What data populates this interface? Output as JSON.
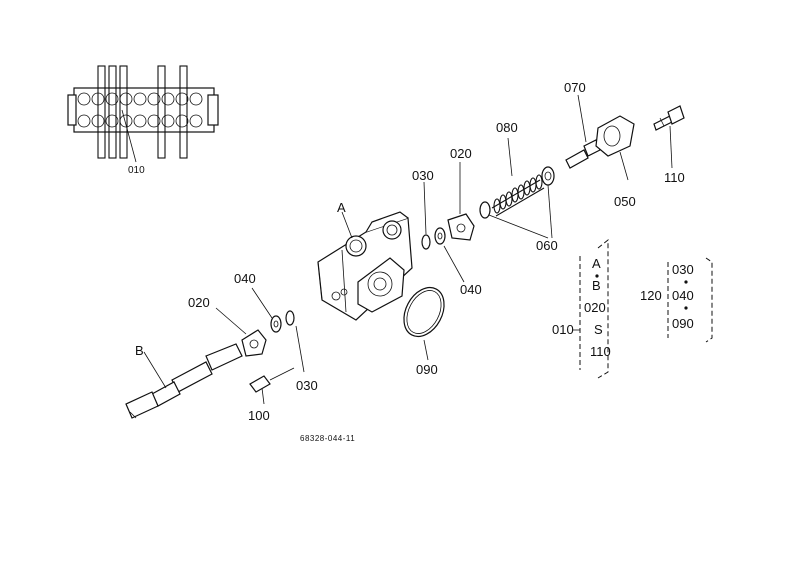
{
  "labels": {
    "assembly_ref": "010",
    "port_a": "A",
    "port_b": "B",
    "plate_top": "020",
    "plate_bottom": "020",
    "oring_top": "030",
    "oring_bottom": "030",
    "washer_top": "040",
    "washer_bottom": "040",
    "cap": "050",
    "spring_seat": "060",
    "stem": "070",
    "spring": "080",
    "seal_ring": "090",
    "screw_bottom": "100",
    "screw_top": "110"
  },
  "legend_left": {
    "ref": "010",
    "items": [
      "A",
      "B",
      "020",
      "S",
      "110"
    ]
  },
  "legend_right": {
    "ref": "120",
    "items": [
      "030",
      "040",
      "090"
    ]
  },
  "figure_number": "68328-044-11"
}
